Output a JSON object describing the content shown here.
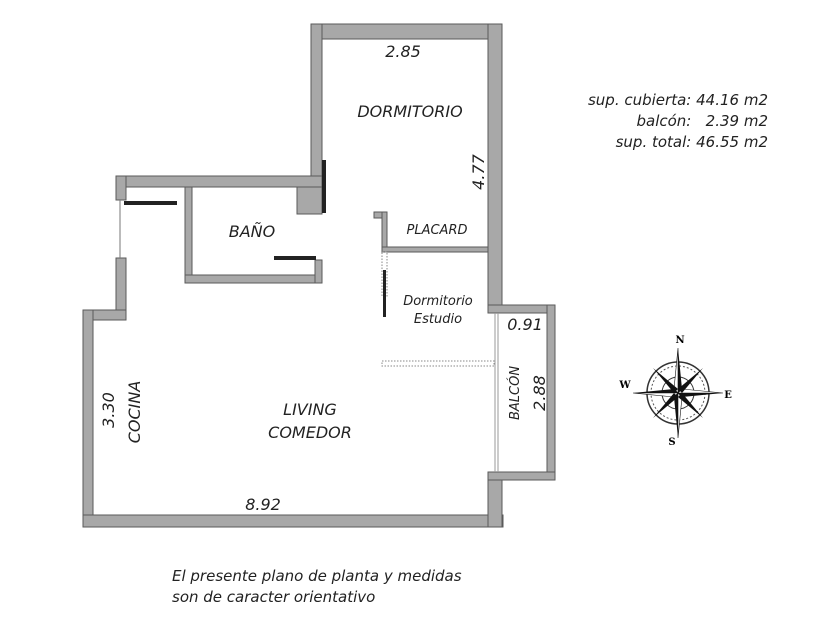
{
  "rooms": {
    "dormitorio": "DORMITORIO",
    "bano": "BAÑO",
    "placard": "PLACARD",
    "dormitorio_estudio_1": "Dormitorio",
    "dormitorio_estudio_2": "Estudio",
    "living_1": "LIVING",
    "living_2": "COMEDOR",
    "cocina": "COCINA",
    "balcon": "BALCÓN"
  },
  "dimensions": {
    "dorm_width": "2.85",
    "dorm_length": "4.77",
    "balcon_width": "0.91",
    "balcon_length": "2.88",
    "cocina_length": "3.30",
    "total_width": "8.92"
  },
  "areas": [
    {
      "label": "sup. cubierta:",
      "value": "44.16 m2"
    },
    {
      "label": "balcón:",
      "value": "2.39 m2"
    },
    {
      "label": "sup. total:",
      "value": "46.55 m2"
    }
  ],
  "compass": {
    "n": "N",
    "s": "S",
    "e": "E",
    "w": "W"
  },
  "note": {
    "line1": "El presente plano de planta y medidas",
    "line2": "son de caracter orientativo"
  }
}
